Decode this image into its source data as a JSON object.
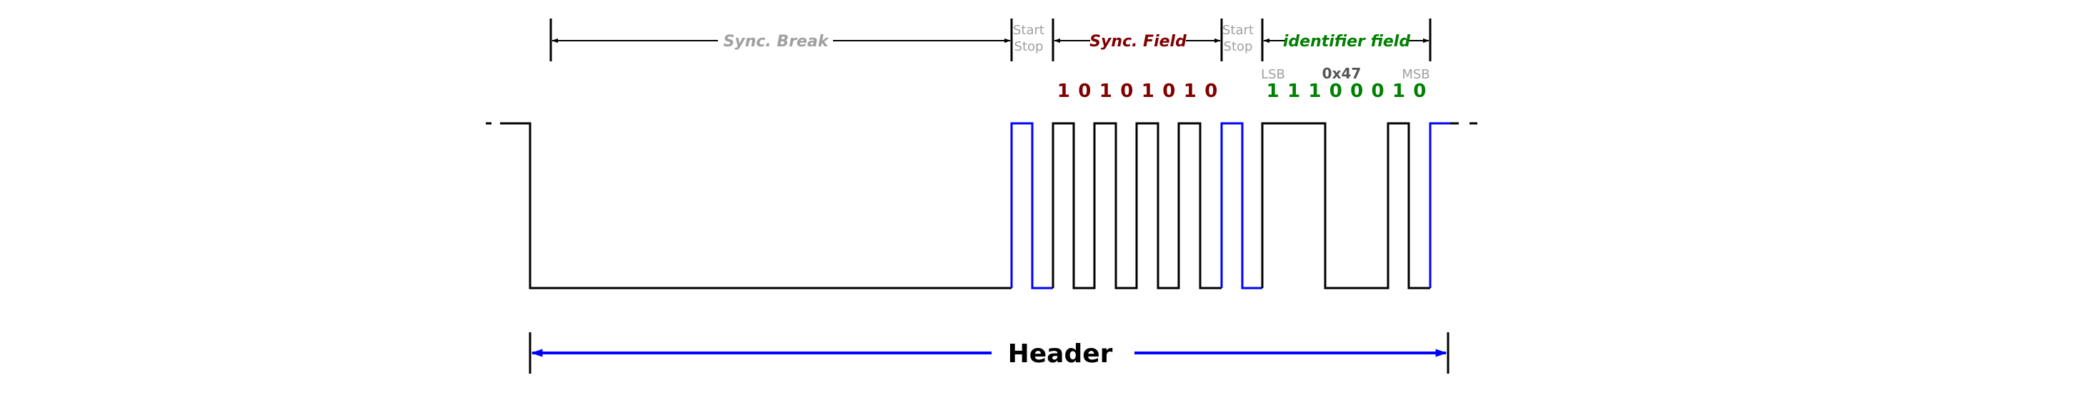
{
  "colors": {
    "signal": "#000000",
    "start_stop_bits": "#0000ff",
    "sync_break_label": "#a0a0a0",
    "sync_field": "#800000",
    "identifier": "#008000",
    "header_arrow": "#0000ff"
  },
  "labels": {
    "sync_break": "Sync. Break",
    "start_1": "Start",
    "stop_1": "Stop",
    "sync_field": "Sync. Field",
    "start_2": "Start",
    "stop_2": "Stop",
    "identifier_field": "identifier field",
    "lsb": "LSB",
    "hex_id": "0x47",
    "msb": "MSB",
    "header": "Header"
  },
  "sync_field_bits": [
    "1",
    "0",
    "1",
    "0",
    "1",
    "0",
    "1",
    "0"
  ],
  "identifier_bits": [
    "1",
    "1",
    "1",
    "0",
    "0",
    "0",
    "1",
    "0"
  ]
}
